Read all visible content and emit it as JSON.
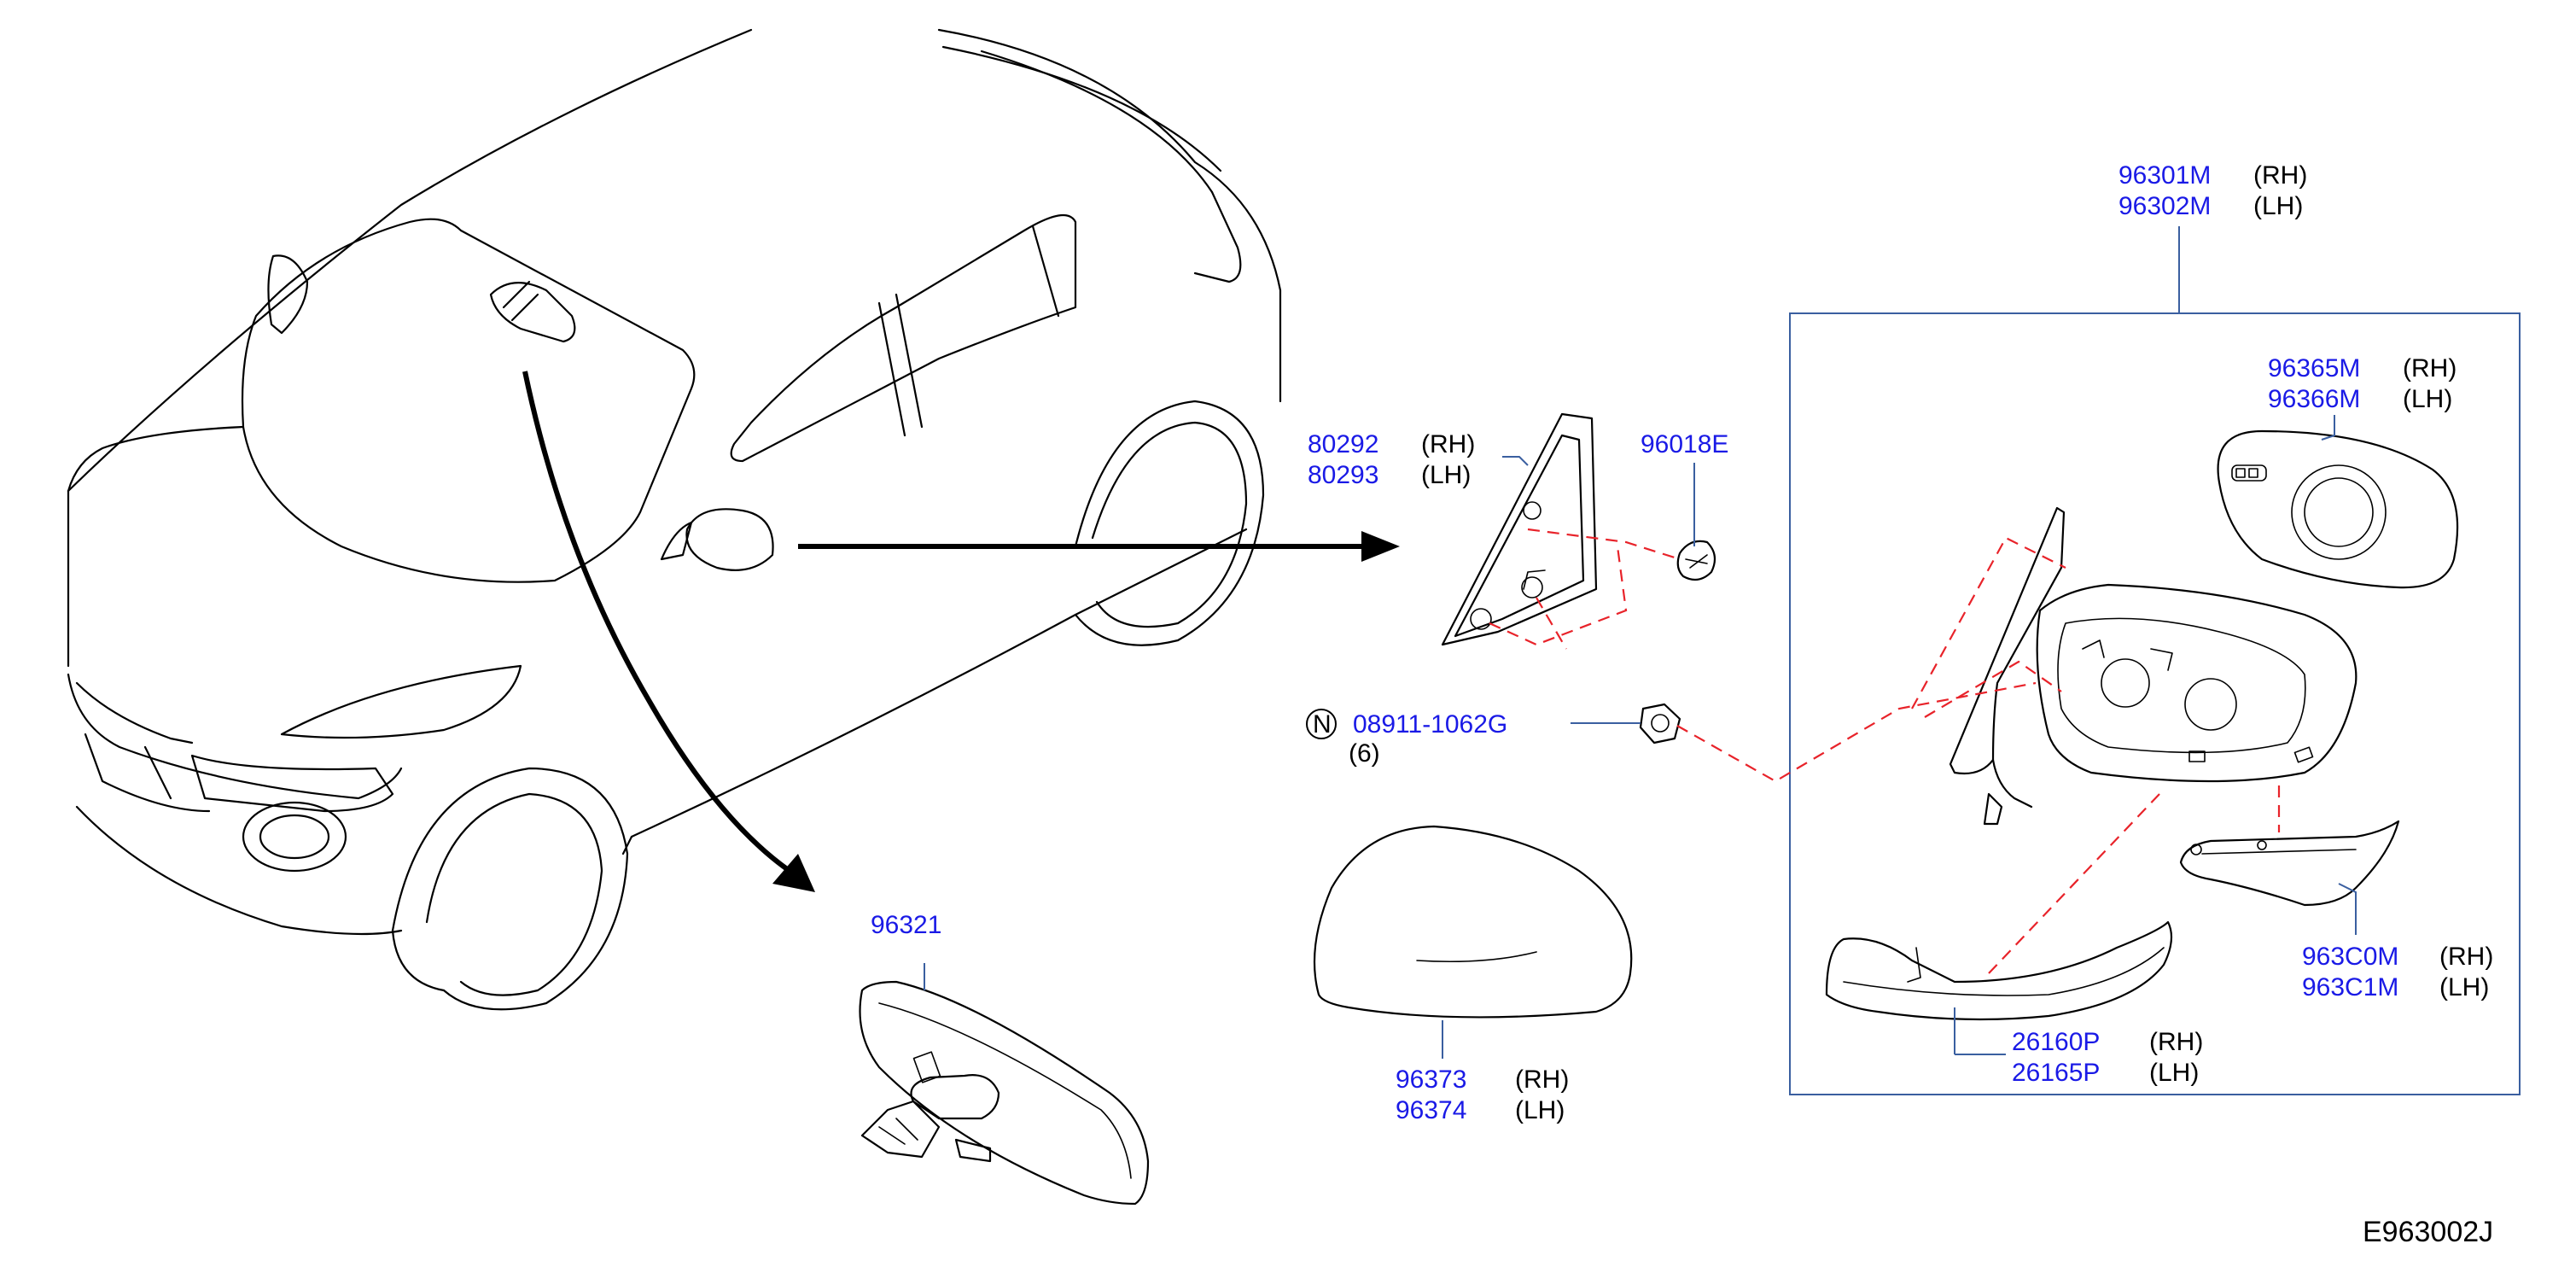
{
  "colors": {
    "part_number": "#1a1ae6",
    "leader": "#3a5fa0",
    "frame": "#3a5fa0",
    "dashed_line": "#e8232a",
    "line_art": "#000000"
  },
  "labels": {
    "p80292": "80292",
    "p80292_side": "(RH)",
    "p80293": "80293",
    "p80293_side": "(LH)",
    "p96018E": "96018E",
    "nut_symbol": "N",
    "p08911": "08911-1062G",
    "p08911_qty": "(6)",
    "p96321": "96321",
    "p96373": "96373",
    "p96373_side": "(RH)",
    "p96374": "96374",
    "p96374_side": "(LH)",
    "p96301M": "96301M",
    "p96301M_side": "(RH)",
    "p96302M": "96302M",
    "p96302M_side": "(LH)",
    "p96365M": "96365M",
    "p96365M_side": "(RH)",
    "p96366M": "96366M",
    "p96366M_side": "(LH)",
    "p963C0M": "963C0M",
    "p963C0M_side": "(RH)",
    "p963C1M": "963C1M",
    "p963C1M_side": "(LH)",
    "p26160P": "26160P",
    "p26160P_side": "(RH)",
    "p26165P": "26165P",
    "p26165P_side": "(LH)",
    "diagram_code": "E963002J"
  }
}
